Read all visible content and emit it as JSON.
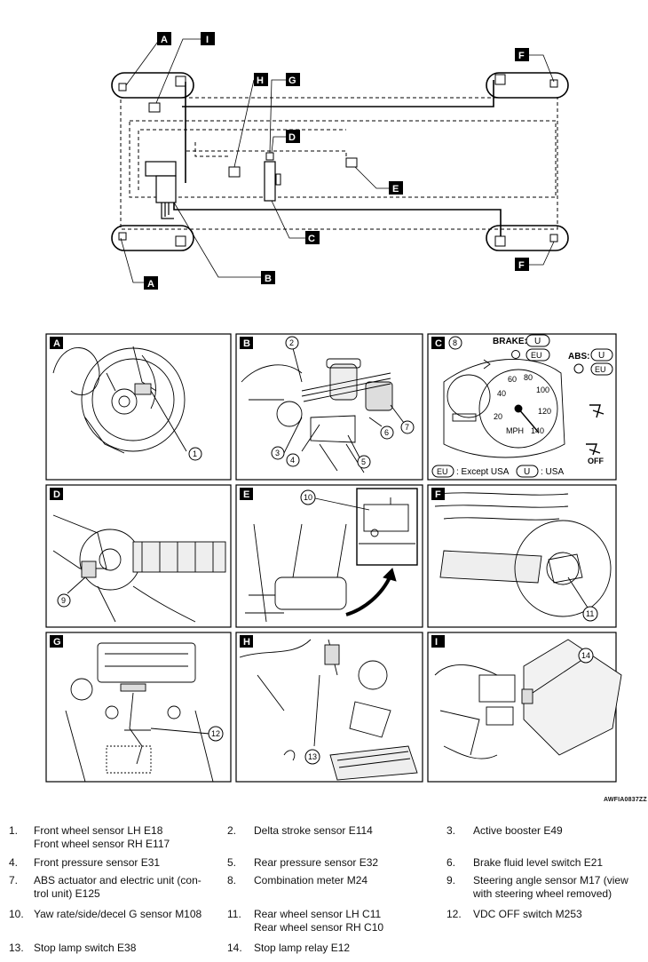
{
  "overview": {
    "tags": [
      "A",
      "I",
      "F",
      "H",
      "G",
      "D",
      "E",
      "C",
      "B",
      "A",
      "F"
    ]
  },
  "panels": [
    {
      "letter": "A",
      "callouts": [
        "1"
      ]
    },
    {
      "letter": "B",
      "callouts": [
        "2",
        "3",
        "4",
        "5",
        "6",
        "7"
      ]
    },
    {
      "letter": "C",
      "callouts": [
        "8"
      ],
      "brake_label": "BRAKE:",
      "abs_label": "ABS:",
      "u": "U",
      "eu": "EU",
      "gauge_ticks": [
        "20",
        "40",
        "60",
        "80",
        "100",
        "120",
        "140"
      ],
      "mph": "MPH",
      "off": "OFF",
      "legend_eu": ": Except USA",
      "legend_u": ": USA"
    },
    {
      "letter": "D",
      "callouts": [
        "9"
      ]
    },
    {
      "letter": "E",
      "callouts": [
        "10"
      ]
    },
    {
      "letter": "F",
      "callouts": [
        "11"
      ]
    },
    {
      "letter": "G",
      "callouts": [
        "12"
      ]
    },
    {
      "letter": "H",
      "callouts": [
        "13"
      ]
    },
    {
      "letter": "I",
      "callouts": [
        "14"
      ]
    }
  ],
  "figure_ref": "AWFIA0837ZZ",
  "legend": [
    {
      "num": "1.",
      "lines": [
        "Front wheel sensor LH E18",
        "Front wheel sensor RH E117"
      ]
    },
    {
      "num": "2.",
      "lines": [
        "Delta stroke sensor E114"
      ]
    },
    {
      "num": "3.",
      "lines": [
        "Active booster E49"
      ]
    },
    {
      "num": "4.",
      "lines": [
        "Front pressure sensor E31"
      ]
    },
    {
      "num": "5.",
      "lines": [
        "Rear pressure sensor E32"
      ]
    },
    {
      "num": "6.",
      "lines": [
        "Brake fluid level switch E21"
      ]
    },
    {
      "num": "7.",
      "lines": [
        "ABS actuator and electric unit (con-",
        "trol unit) E125"
      ]
    },
    {
      "num": "8.",
      "lines": [
        "Combination meter M24"
      ]
    },
    {
      "num": "9.",
      "lines": [
        "Steering angle sensor M17 (view",
        "with steering wheel removed)"
      ]
    },
    {
      "num": "10.",
      "lines": [
        "Yaw rate/side/decel G sensor M108"
      ]
    },
    {
      "num": "11.",
      "lines": [
        "Rear wheel sensor LH C11",
        "Rear wheel sensor RH C10"
      ]
    },
    {
      "num": "12.",
      "lines": [
        "VDC OFF switch M253"
      ]
    },
    {
      "num": "13.",
      "lines": [
        "Stop lamp switch E38"
      ]
    },
    {
      "num": "14.",
      "lines": [
        "Stop lamp relay E12"
      ]
    }
  ]
}
